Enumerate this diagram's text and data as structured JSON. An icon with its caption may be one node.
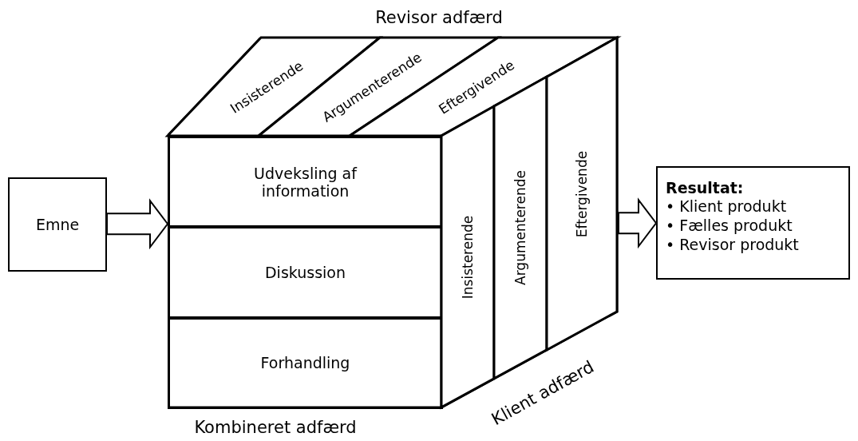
{
  "diagram": {
    "nodes": [
      {
        "text": [
          "Emne"
        ]
      },
      {
        "text": [],
        "shape": "box"
      },
      {
        "text": [
          "Udveksling af information"
        ],
        "in": 1
      },
      {
        "text": [
          "Diskussion"
        ],
        "in": 1
      },
      {
        "text": [
          "Forhandling"
        ],
        "in": 1
      },
      {
        "text": [
          "Insisterende"
        ],
        "in": 1
      },
      {
        "text": [
          "Argumenterende"
        ],
        "in": 1
      },
      {
        "text": [
          "Eftergivende"
        ],
        "in": 1
      },
      {
        "text": [
          "Insisterende"
        ],
        "in": 1
      },
      {
        "text": [
          "Argumenterende"
        ],
        "in": 1
      },
      {
        "text": [
          "Eftergivende"
        ],
        "in": 1
      },
      {
        "text": [
          "Resultat:",
          "• Klient produkt",
          "• Fælles produkt",
          "• Revisor produkt"
        ]
      }
    ],
    "edges": [
      {
        "from": 0,
        "to": 1,
        "arrow": "to"
      },
      {
        "from": 1,
        "to": 11,
        "arrow": "to"
      }
    ],
    "labels": [
      "Revisor adfærd",
      "Klient adfærd",
      "Kombineret adfærd"
    ]
  }
}
